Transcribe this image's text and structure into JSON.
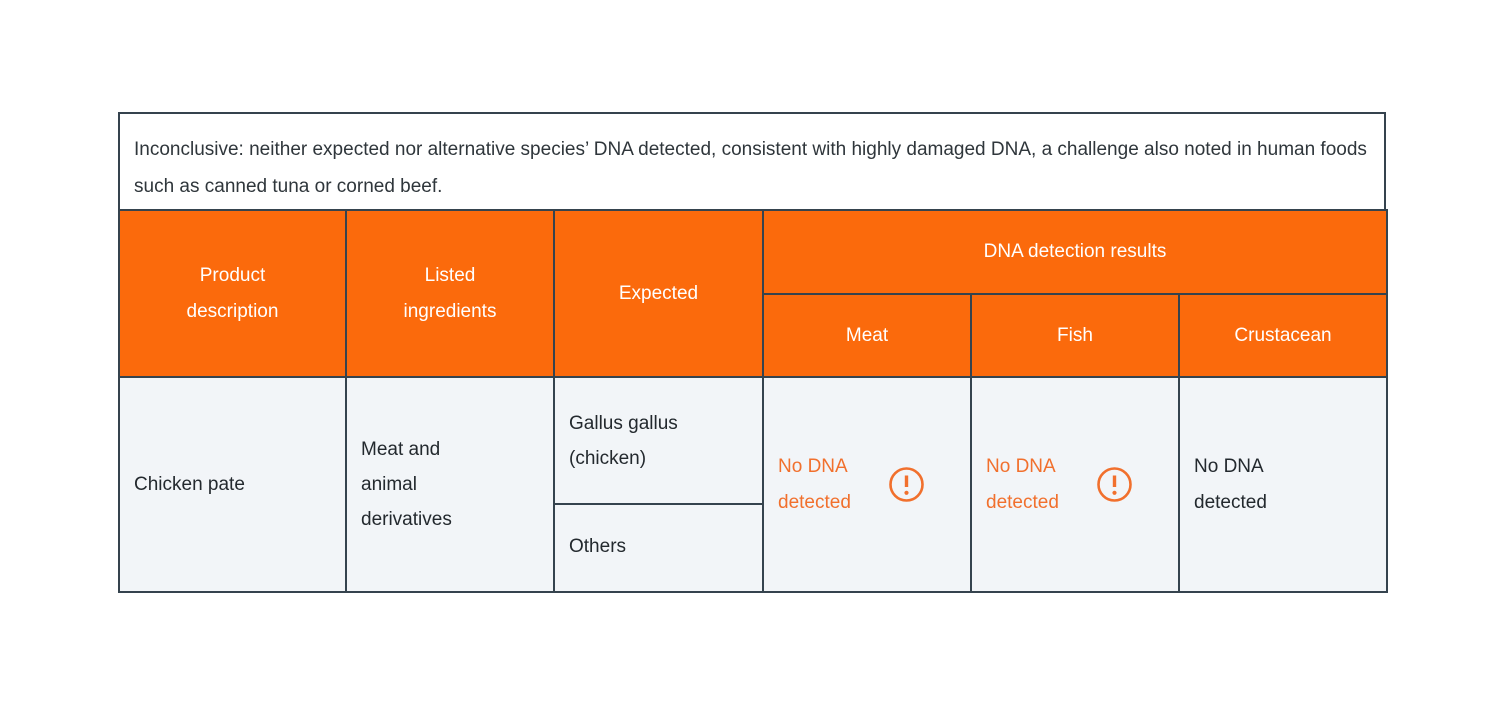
{
  "note": {
    "text": "Inconclusive: neither expected nor alternative species’ DNA detected, consistent with highly damaged DNA, a challenge also noted in human foods such as canned tuna or corned beef."
  },
  "table": {
    "headers": {
      "product": "Product description",
      "ingredients": "Listed ingredients",
      "expected": "Expected",
      "dna_group": "DNA detection results",
      "meat": "Meat",
      "fish": "Fish",
      "crustacean": "Crustacean"
    },
    "row": {
      "product": "Chicken pate",
      "ingredients": "Meat and animal derivatives",
      "expected_species": "Gallus gallus (chicken)",
      "expected_others": "Others",
      "results": {
        "meat": {
          "text": "No DNA detected",
          "status": "inconclusive-warning",
          "icon": "alert-circle-icon"
        },
        "fish": {
          "text": "No DNA detected",
          "status": "inconclusive-warning",
          "icon": "alert-circle-icon"
        },
        "crustacean": {
          "text": "No DNA detected",
          "status": "plain"
        }
      }
    }
  },
  "colors": {
    "header_orange": "#fb6a0c",
    "warning_orange": "#f1702d",
    "border_dark": "#35434e",
    "cell_bg": "#f2f5f8",
    "text_dark": "#23292e",
    "header_text": "#ffffff"
  }
}
